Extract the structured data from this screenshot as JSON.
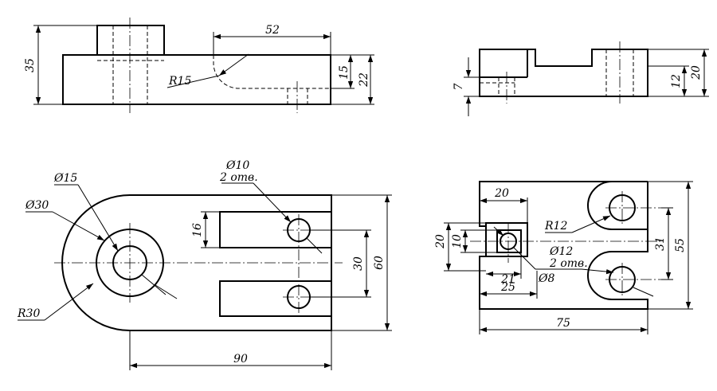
{
  "front_view": {
    "dims": [
      "35",
      "52",
      "R15",
      "15",
      "22"
    ]
  },
  "side_view": {
    "dims": [
      "7",
      "12",
      "20"
    ]
  },
  "top_view": {
    "dims": [
      "Ø15",
      "Ø30",
      "Ø10",
      "2 отв.",
      "16",
      "30",
      "60",
      "R30",
      "90"
    ]
  },
  "right_view": {
    "dims": [
      "20",
      "20",
      "10",
      "R12",
      "Ø12",
      "2 отв.",
      "21",
      "Ø8",
      "25",
      "31",
      "55",
      "75"
    ]
  }
}
